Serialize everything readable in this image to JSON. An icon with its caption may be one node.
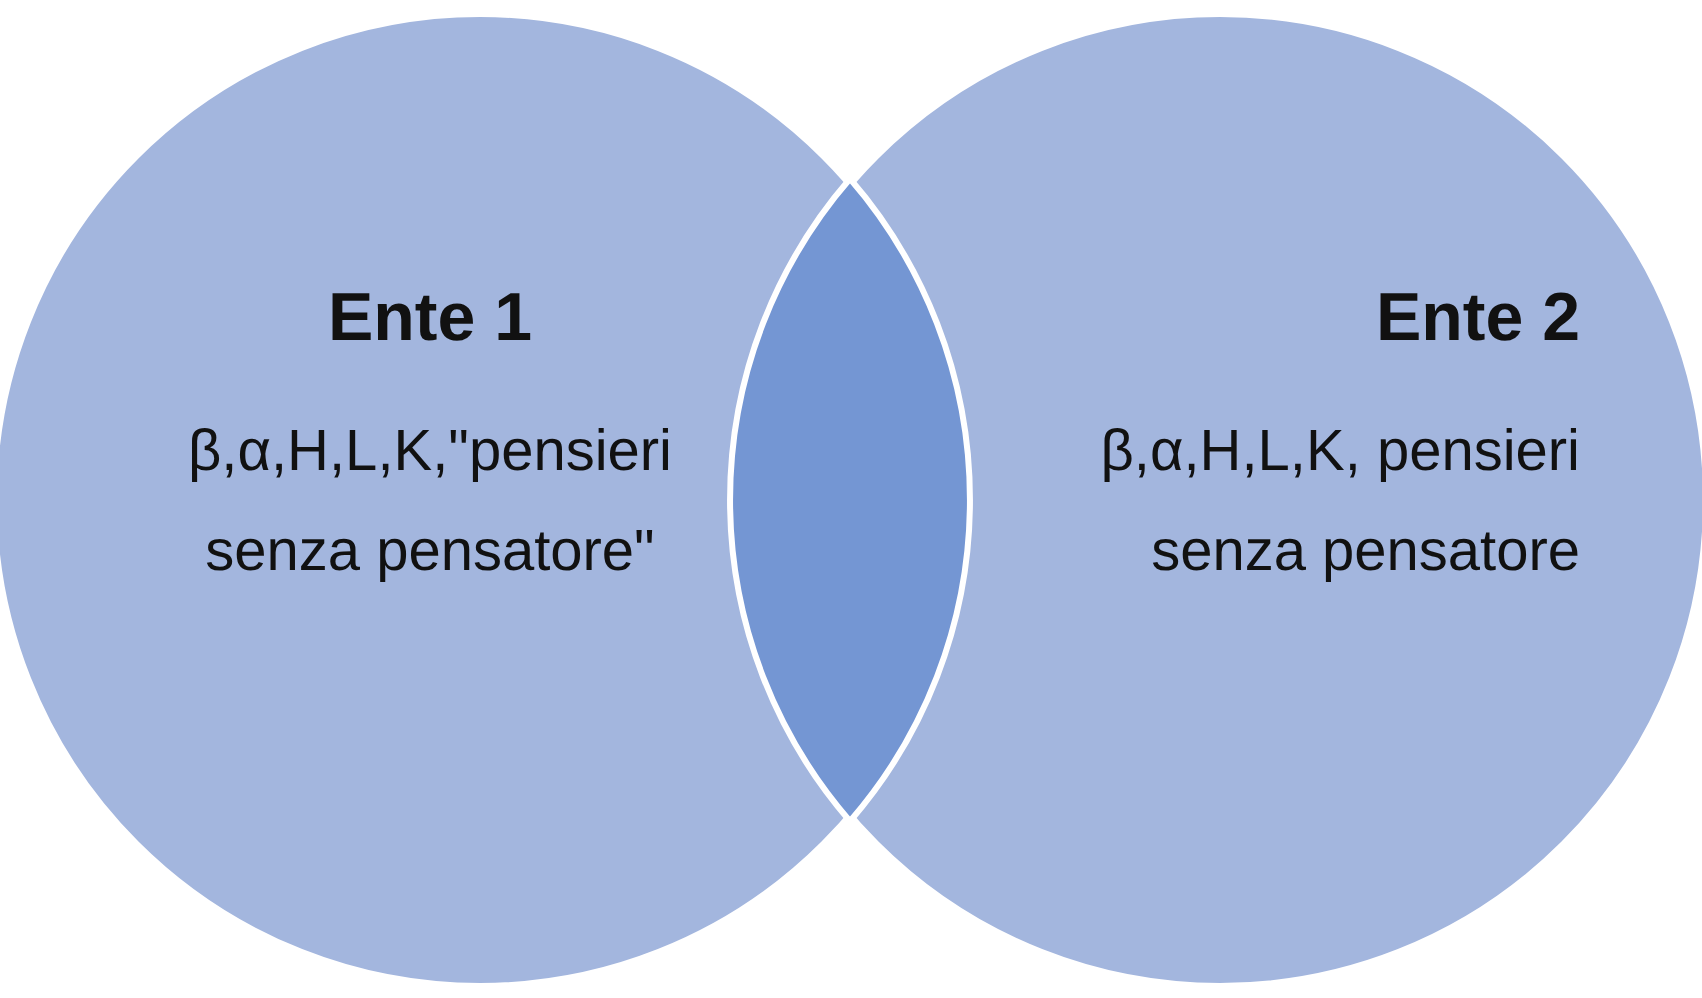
{
  "diagram": {
    "nodes": [
      {
        "text": [
          "Ente 1",
          "β,α,H,L,K,\"pensieri senza pensatore\""
        ]
      },
      {
        "text": [
          "Ente 2",
          "β,α,H,L,K, pensieri senza pensatore"
        ]
      },
      {
        "text": [],
        "shape": "lens"
      }
    ],
    "edges": []
  }
}
